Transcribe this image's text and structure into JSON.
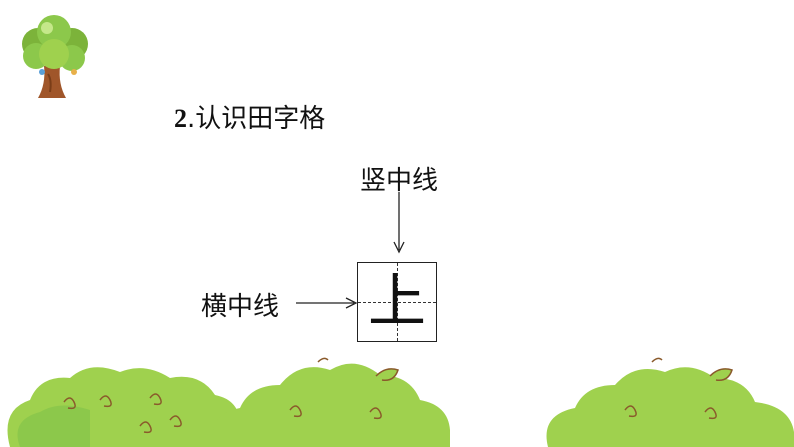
{
  "slide": {
    "title_number": "2",
    "title_text": ".认识田字格",
    "vertical_midline_label": "竖中线",
    "horizontal_midline_label": "横中线",
    "grid_character": "上"
  },
  "colors": {
    "bush_light": "#9fd14e",
    "bush_dark": "#7cb33a",
    "bush_curl": "#8a5a2b",
    "tree_leaves": "#8cc84b",
    "tree_trunk": "#a0562a"
  },
  "icons": [
    "tree-icon",
    "bush-decoration"
  ]
}
